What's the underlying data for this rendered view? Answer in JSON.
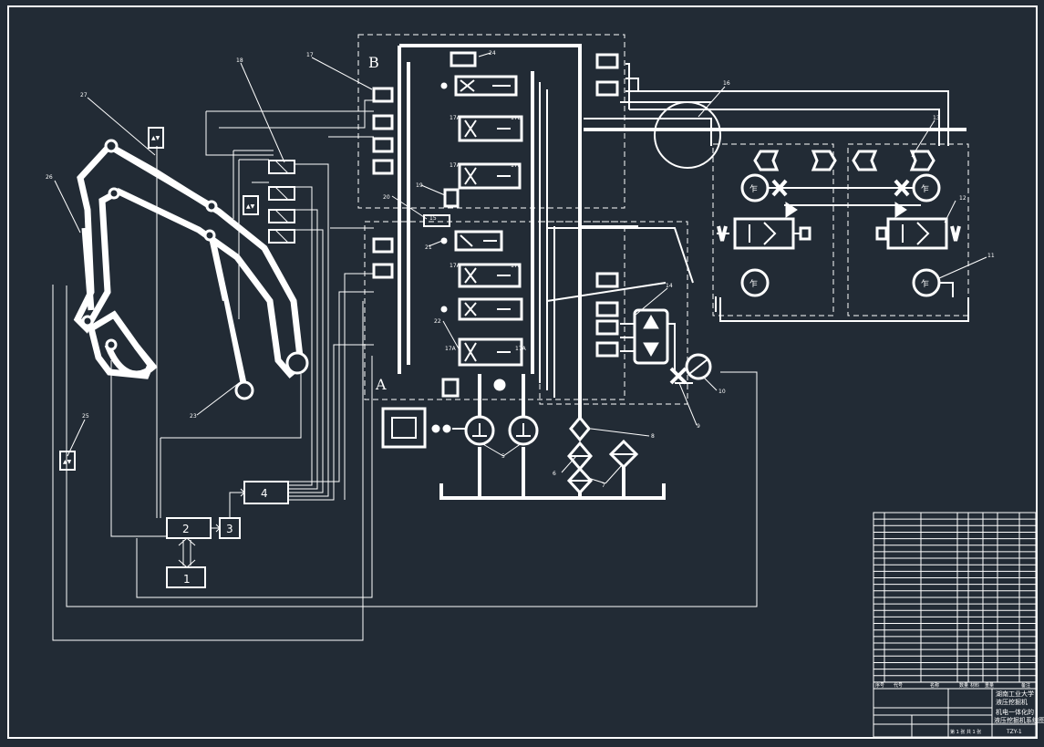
{
  "colors": {
    "background": "#222b35",
    "line": "#ffffff"
  },
  "zone_labels": {
    "a": "A",
    "b": "B"
  },
  "blocks": {
    "b1": "1",
    "b2": "2",
    "b3": "3",
    "b4": "4"
  },
  "callouts": {
    "c5": "5",
    "c6": "6",
    "c7": "7",
    "c8": "8",
    "c9": "9",
    "c10": "10",
    "c11": "11",
    "c12": "12",
    "c13": "13",
    "c14": "14",
    "c15": "15",
    "c16": "16",
    "c17": "17",
    "c18": "18",
    "c19": "19",
    "c20": "20",
    "c21": "21",
    "c22": "22",
    "c23": "23",
    "c24": "24",
    "c25": "25",
    "c26": "26",
    "c27": "27"
  },
  "valve_tags": {
    "t1": "17A",
    "t2": "17B",
    "t3": "17A",
    "t4": "17B",
    "t5": "17A",
    "t6": "17B",
    "t7": "17A",
    "t8": "17A"
  },
  "title_block": {
    "school_line1": "湖南工业大学",
    "school_line2": "液压挖掘机",
    "design_line1": "机电一体化的",
    "design_line2": "液压挖掘机系统图",
    "drawing_no": "TZY-1",
    "sheet": "第 1 张  共 1 张",
    "header_cells": [
      "序号",
      "代号",
      "名称",
      "数量",
      "材料",
      "重量",
      "备注"
    ]
  }
}
